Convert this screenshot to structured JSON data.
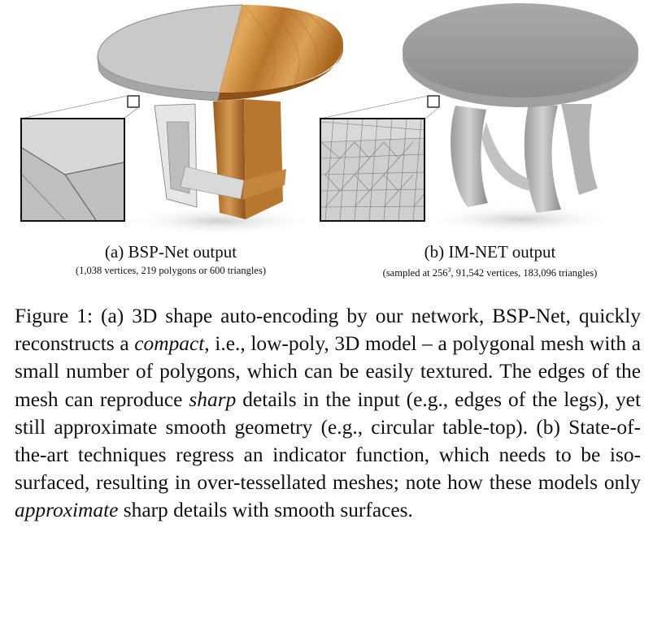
{
  "panels": [
    {
      "title": "(a) BSP-Net output",
      "subtitle": "(1,038 vertices, 219 polygons or 600 triangles)"
    },
    {
      "title": "(b) IM-NET output",
      "subtitle_pre": "(sampled at 256",
      "subtitle_sup": "3",
      "subtitle_post": ", 91,542 vertices, 183,096 triangles)"
    }
  ],
  "caption": {
    "s1": "Figure 1: (a) 3D shape auto-encoding by our network, BSP-Net, quickly reconstructs a ",
    "e1": "compact",
    "s2": ", i.e., low-poly, 3D model – a polygonal mesh with a small number of polygons, which can be easily textured. The edges of the mesh can reproduce ",
    "e2": "sharp",
    "s3": " details in the input (e.g., edges of the legs), yet still approximate smooth geometry (e.g., circular table-top). (b) State-of-the-art techniques regress an indicator function, which needs to be iso-surfaced, resulting in over-tessellated meshes; note how these models only ",
    "e3": "approximate",
    "s4": " sharp details with smooth surfaces."
  }
}
